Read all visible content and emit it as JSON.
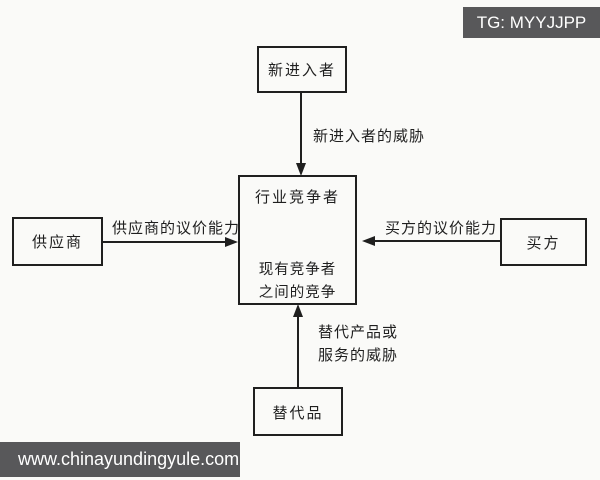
{
  "badge": {
    "text": "TG: MYYJJPP"
  },
  "footer": {
    "url": "www.chinayundingyule.com"
  },
  "boxes": {
    "new_entrants": "新进入者",
    "industry_title": "行业竞争者",
    "industry_caption_1": "现有竞争者",
    "industry_caption_2": "之间的竞争",
    "suppliers": "供应商",
    "buyers": "买方",
    "substitutes": "替代品"
  },
  "arrows": {
    "new_entrants_threat": "新进入者的威胁",
    "supplier_power": "供应商的议价能力",
    "buyer_power": "买方的议价能力",
    "substitute_threat_1": "替代产品或",
    "substitute_threat_2": "服务的威胁"
  },
  "colors": {
    "line": "#1f1f1f",
    "overlay_bg": "#58585a",
    "overlay_text": "#ffffff",
    "canvas_bg": "#fafaf8"
  }
}
